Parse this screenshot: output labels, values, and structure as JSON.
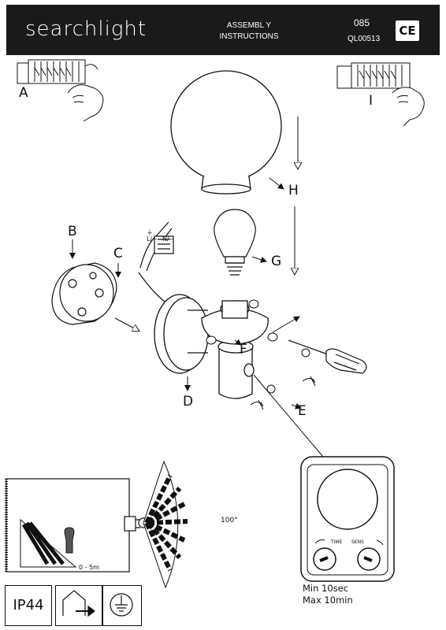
{
  "header": {
    "brand": "searchlight",
    "title_line1": "ASSEMBL Y",
    "title_line2": "INSTRUCTIONS",
    "code": "085",
    "ref": "QL00513",
    "cert": "CE"
  },
  "steps": {
    "a": "A",
    "i": "I",
    "b": "B",
    "c": "C",
    "h": "H",
    "g": "G",
    "f": "F",
    "d": "D",
    "e": "E"
  },
  "terminal_labels": [
    "⏚",
    "L/~",
    "N/~"
  ],
  "sensor": {
    "angle": "100°",
    "range": "0 - 5m"
  },
  "timer": {
    "time_label": "TIME",
    "sens_label": "SENS",
    "min": "Min  10sec",
    "max": "Max 10min"
  },
  "ratings": {
    "ip": "IP44"
  },
  "icons": [
    "house-arrow-icon",
    "earth-ground-icon"
  ]
}
